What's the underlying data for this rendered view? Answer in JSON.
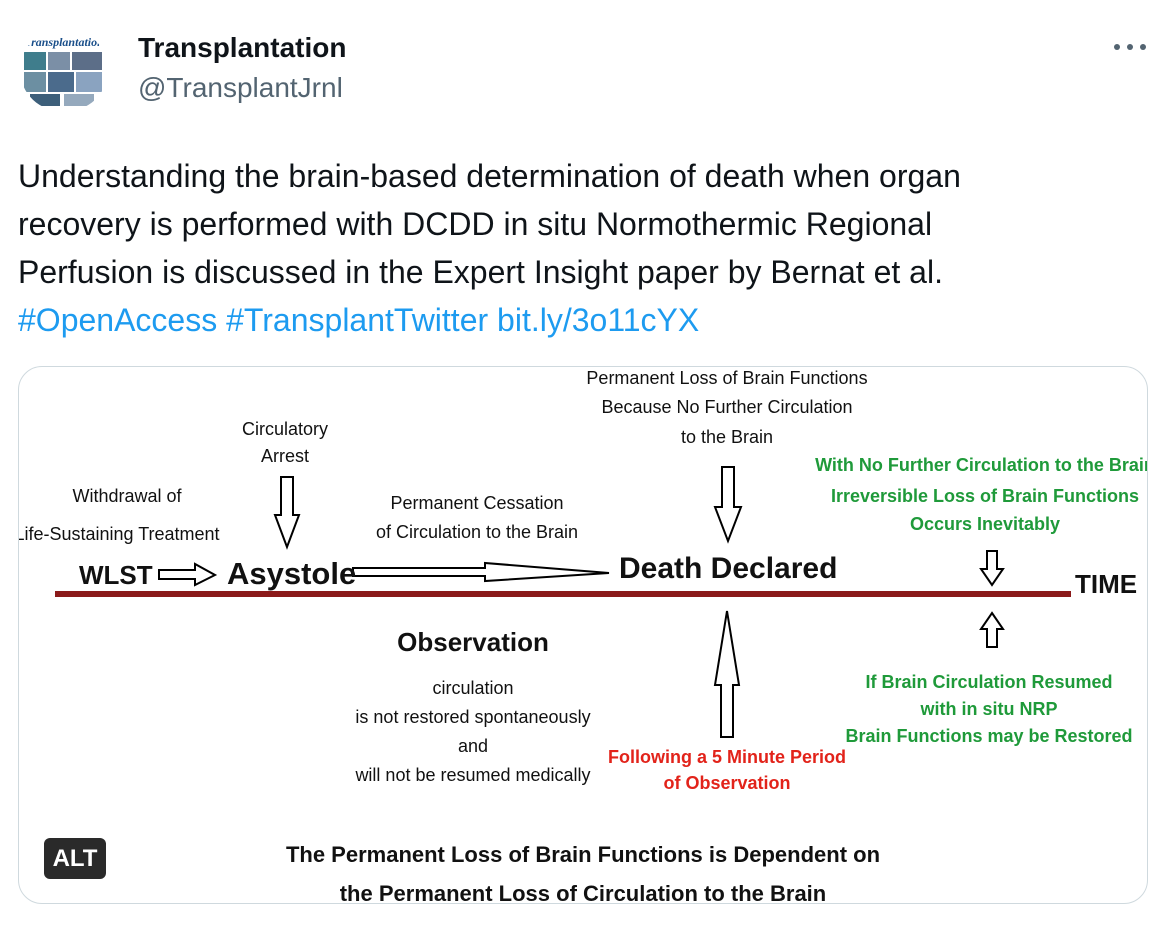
{
  "account": {
    "name": "Transplantation",
    "handle": "@TransplantJrnl",
    "avatar_text": "Transplantation"
  },
  "tweet": {
    "line1": "Understanding the brain-based determination of death when organ",
    "line2": "recovery is performed with DCDD in situ Normothermic Regional",
    "line3": "Perfusion is discussed in the Expert Insight paper by Bernat et al.",
    "hashtag1": "#OpenAccess",
    "hashtag2": "#TransplantTwitter",
    "link": "bit.ly/3o11cYX"
  },
  "media": {
    "alt_label": "ALT",
    "diagram": {
      "top_death_1": "Permanent Loss of Brain Functions",
      "top_death_2": "Because No Further Circulation",
      "top_death_3": "to the Brain",
      "circ_arrest_1": "Circulatory",
      "circ_arrest_2": "Arrest",
      "withdrawal_1": "Withdrawal of",
      "withdrawal_2": "Life-Sustaining Treatment",
      "perm_cessation_1": "Permanent Cessation",
      "perm_cessation_2": "of Circulation to the Brain",
      "green_top_1": "With No Further Circulation to the Brain",
      "green_top_2": "Irreversible Loss of Brain Functions",
      "green_top_3": "Occurs Inevitably",
      "wlst": "WLST",
      "asystole": "Asystole",
      "death_declared": "Death Declared",
      "time": "TIME",
      "observation": "Observation",
      "obs_1": "circulation",
      "obs_2": "is not restored spontaneously",
      "obs_3": "and",
      "obs_4": "will not be resumed medically",
      "red_1": "Following a 5 Minute Period",
      "red_2": "of Observation",
      "green_bottom_1": "If Brain Circulation Resumed",
      "green_bottom_2": "with in situ NRP",
      "green_bottom_3": "Brain Functions may be Restored",
      "footer_1": "The Permanent Loss of Brain Functions is Dependent on",
      "footer_2": "the Permanent Loss of Circulation to the Brain"
    }
  },
  "colors": {
    "link": "#1d9bf0",
    "timeline": "#8b1a1a",
    "green": "#1f9a3a",
    "red": "#e2231a"
  }
}
